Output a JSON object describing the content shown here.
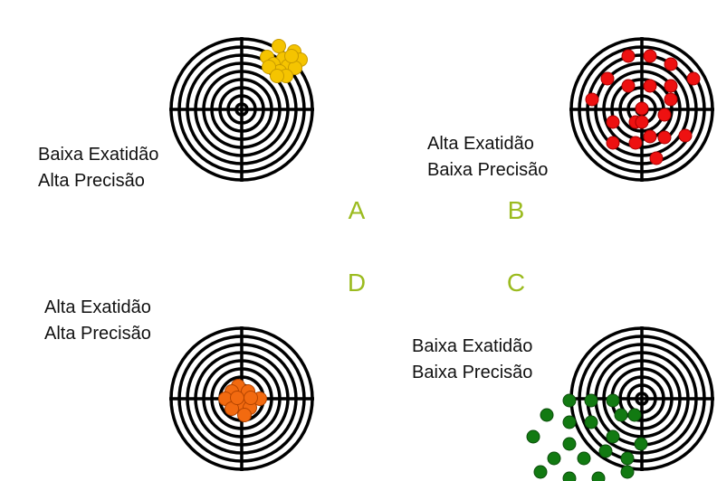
{
  "colors": {
    "ring": "#000000",
    "letter": "#9bbb1f",
    "gold_fill": "#f5c400",
    "gold_stroke": "#c79a00",
    "red_fill": "#ee1111",
    "red_stroke": "#a80000",
    "orange_fill": "#f26a10",
    "orange_stroke": "#b34400",
    "green_fill": "#127a12",
    "green_stroke": "#0a4d0a"
  },
  "quadrants": {
    "top_left": {
      "line1": "Baixa Exatidão",
      "line2": "Alta Precisão",
      "shot_color": "gold"
    },
    "top_right": {
      "line1": "Alta Exatidão",
      "line2": "Baixa Precisão",
      "shot_color": "red"
    },
    "bottom_left": {
      "line1": "Alta Exatidão",
      "line2": "Alta Precisão",
      "shot_color": "orange"
    },
    "bottom_right": {
      "line1": "Baixa Exatidão",
      "line2": "Baixa Precisão",
      "shot_color": "green"
    }
  },
  "letters": {
    "a": "A",
    "b": "B",
    "c": "C",
    "d": "D"
  }
}
